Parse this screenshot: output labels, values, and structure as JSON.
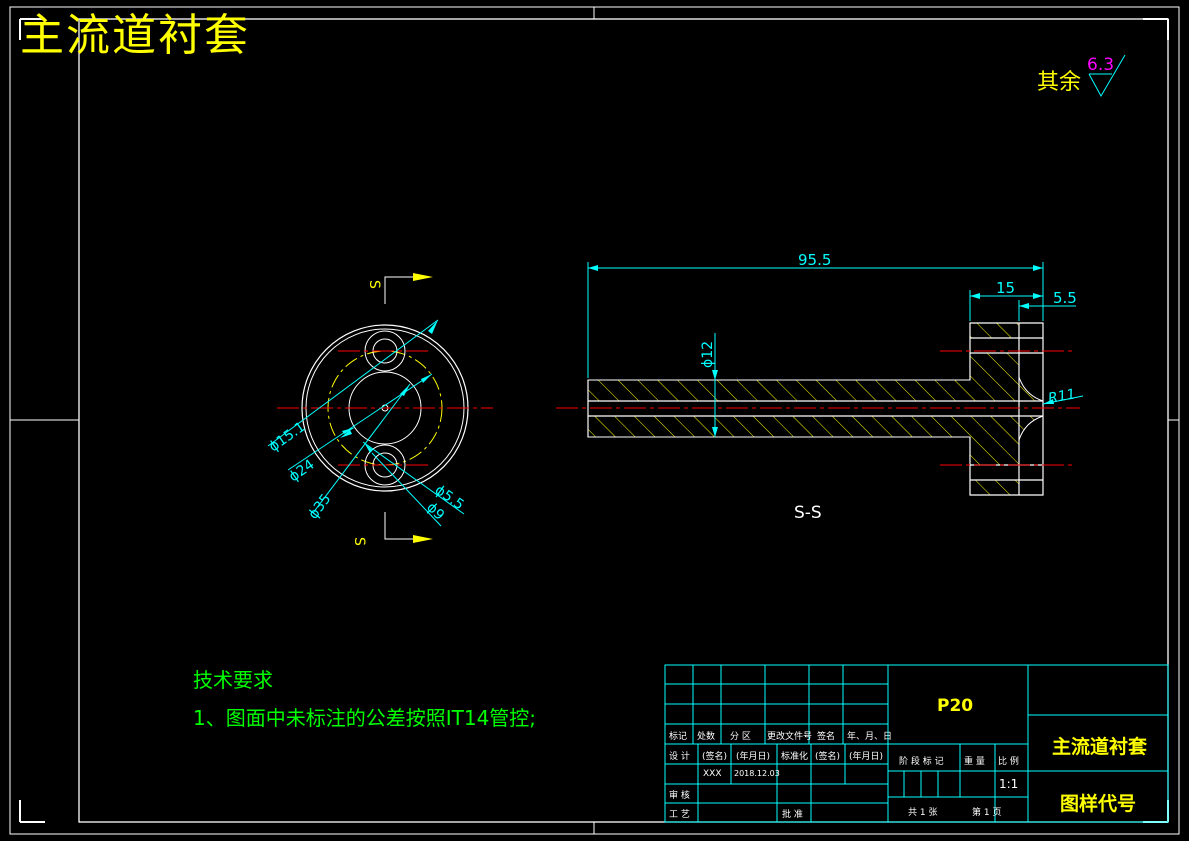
{
  "drawing": {
    "title": "主流道衬套",
    "surface_note": {
      "label": "其余",
      "roughness": "6.3"
    },
    "tech_requirements": {
      "title": "技术要求",
      "note": "1、图面中未标注的公差按照IT14管控;"
    },
    "section_label": "S-S",
    "section_letter": "S",
    "dimensions": {
      "length": "95.5",
      "head_width": "15",
      "recess_width": "5.5",
      "bore": "ϕ12",
      "sphere_radius": "R11",
      "d_center": "ϕ15.1",
      "d_pitch": "ϕ24",
      "d_outer": "ϕ35",
      "d_hole": "ϕ5.5",
      "d_cbore": "ϕ9"
    },
    "colors": {
      "outline": "#ffffff",
      "center": "#ff0000",
      "dimension": "#00ffff",
      "hatch": "#ffff00",
      "text": "#ffff00",
      "note": "#00ff00",
      "roughness": "#ff00ff"
    }
  },
  "title_block": {
    "part_code": "P20",
    "part_name": "主流道衬套",
    "drawing_code": "图样代号",
    "header_row": [
      "标记",
      "处数",
      "分 区",
      "更改文件号",
      "签名",
      "年、月、日"
    ],
    "design_row": [
      "设 计",
      "(签名)",
      "(年月日)",
      "标准化",
      "(签名)",
      "(年月日)"
    ],
    "designer": "XXX",
    "date": "2018.12.03",
    "review": "审 核",
    "process": "工 艺",
    "approve": "批 准",
    "stage_headers": [
      "阶 段 标 记",
      "重 量",
      "比 例"
    ],
    "scale": "1:1",
    "sheets": "共 1 张",
    "sheet_no": "第 1 页"
  }
}
